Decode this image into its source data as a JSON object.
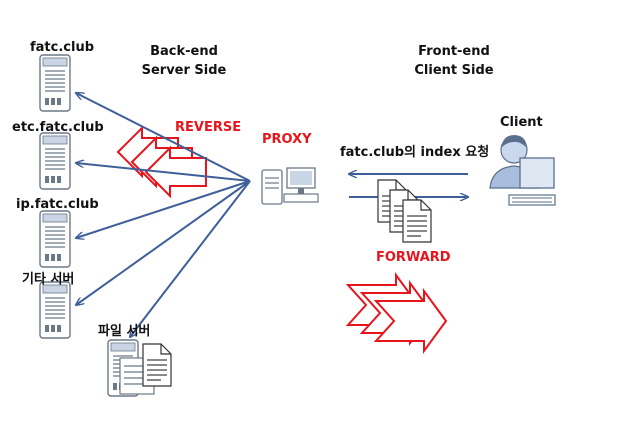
{
  "labels": {
    "backend": "Back-end\nServer Side",
    "frontend": "Front-end\nClient Side",
    "reverse": "REVERSE",
    "proxy": "PROXY",
    "forward": "FORWARD",
    "client": "Client",
    "request": "fatc.club의 index 요청"
  },
  "servers": [
    {
      "label": "fatc.club"
    },
    {
      "label": "etc.fatc.club"
    },
    {
      "label": "ip.fatc.club"
    },
    {
      "label": "기타 서버"
    },
    {
      "label": "파일 서버"
    }
  ],
  "colors": {
    "arrow": "#3f5f9a",
    "accent": "#e8141b",
    "text": "#111111"
  }
}
